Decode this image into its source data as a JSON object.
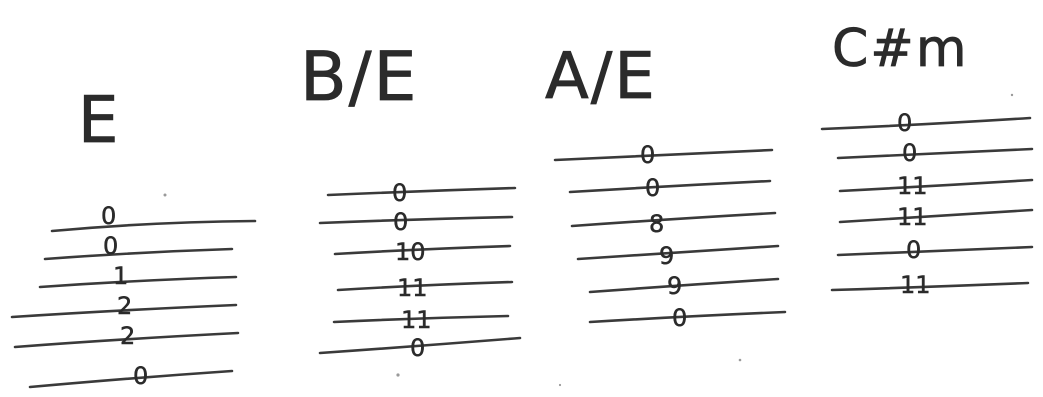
{
  "chords": [
    {
      "name": "E",
      "frets": [
        "0",
        "0",
        "1",
        "2",
        "2",
        "0"
      ]
    },
    {
      "name": "B/E",
      "frets": [
        "0",
        "0",
        "10",
        "11",
        "11",
        "0"
      ]
    },
    {
      "name": "A/E",
      "frets": [
        "0",
        "0",
        "8",
        "9",
        "9",
        "0"
      ]
    },
    {
      "name": "C#m",
      "frets": [
        "0",
        "0",
        "11",
        "11",
        "0",
        "11"
      ]
    }
  ]
}
